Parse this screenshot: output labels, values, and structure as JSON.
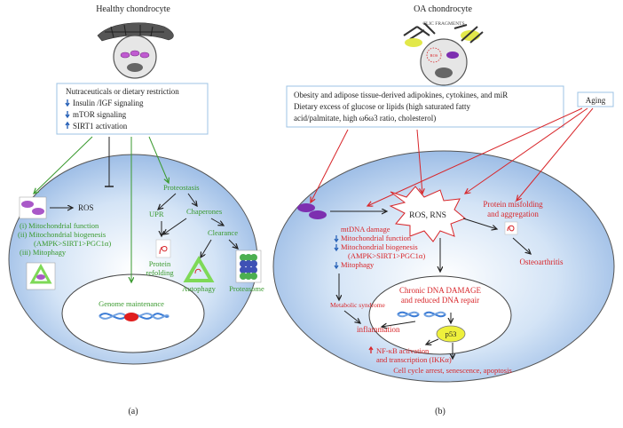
{
  "left": {
    "title": "Healthy chondrocyte",
    "box_lines": [
      "Nutraceuticals or dietary restriction",
      "Insulin /IGF signaling",
      "mTOR signaling",
      "SIRT1 activation"
    ],
    "ros": "ROS",
    "mito_items": [
      "(i) Mitochondrial function",
      "(ii) Mitochondrial biogenesis",
      "(AMPK>SIRT1>PGC1α)",
      "(iii) Mitophagy"
    ],
    "proteostasis": "Proteostasis",
    "upr": "UPR",
    "chaperones": "Chaperones",
    "clearance": "Clearance",
    "protein_refolding": [
      "Protein",
      "refolding"
    ],
    "autophagy": "Autophagy",
    "proteasome": "Proteasome",
    "genome_maintenance": "Genome maintenance",
    "panel_label": "(a)"
  },
  "right": {
    "title": "OA chondrocyte",
    "clc_label": "CLIC FRAGMENTS",
    "box_lines": [
      "Obesity and adipose tissue-derived adipokines, cytokines, and miR",
      "Dietary excess of glucose or lipids (high saturated fatty",
      "acid/palmitate, high ω6ω3 ratio, cholesterol)"
    ],
    "aging": "Aging",
    "ros_rns": "ROS, RNS",
    "protein_misfolding": [
      "Protein misfolding",
      "and aggregation"
    ],
    "osteoarthritis": "Osteoarthritis",
    "damage_items": [
      "mtDNA damage",
      "Mitochondrial function",
      "Mitochondrial biogenesis",
      "(AMPK>SIRT1>PGC1α)",
      "Mitophagy"
    ],
    "dna_damage": [
      "Chronic DNA DAMAGE",
      "and reduced DNA repair"
    ],
    "metabolic_syndrome": "Metabolic syndrome",
    "inflammation": "inflammation",
    "p53": "p53",
    "nfkb": [
      "NF-κB activation",
      "and transcription (IKKα)"
    ],
    "cell_cycle": "Cell cycle arrest, senescence, apoptosis",
    "panel_label": "(b)"
  },
  "colors": {
    "green": "#3a9a2f",
    "red": "#d8262a",
    "blue_arrow": "#2a63b8",
    "cell_fill": "#a9c8ec",
    "nucleus_fill": "#ffffff"
  }
}
